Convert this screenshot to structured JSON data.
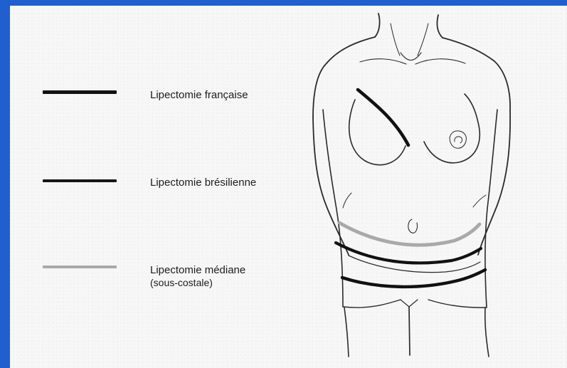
{
  "legend": {
    "items": [
      {
        "label": "Lipectomie française"
      },
      {
        "label": "Lipectomie brésilienne"
      },
      {
        "label": "Lipectomie médiane",
        "sublabel": "(sous-costale)"
      }
    ]
  },
  "colors": {
    "frame_blue": "#1f5fd0",
    "paper": "#f7f7f7",
    "line_dark": "#111111",
    "line_gray": "#a9a9a9"
  }
}
